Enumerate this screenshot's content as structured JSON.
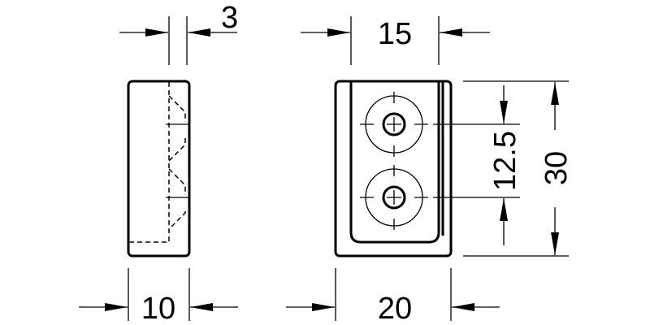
{
  "dimensions": {
    "side_offset": "3",
    "hole_spacing_width": "15",
    "side_width": "10",
    "front_width": "20",
    "hole_spacing": "12.5",
    "height": "30"
  },
  "colors": {
    "line": "#000000",
    "background": "#ffffff"
  }
}
